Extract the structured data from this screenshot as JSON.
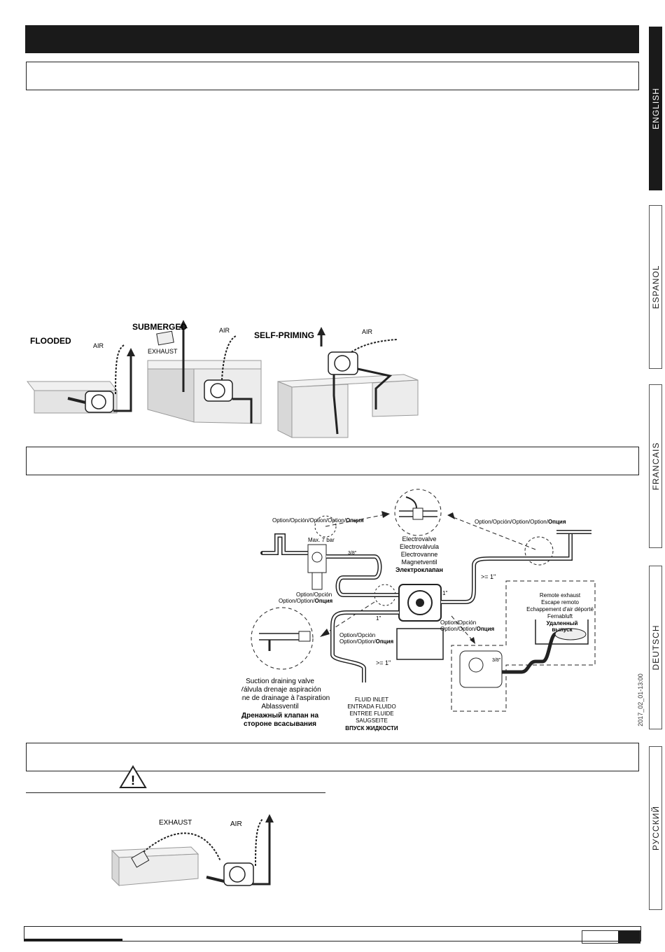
{
  "tabs": {
    "english": "ENGLISH",
    "espanol": "ESPANOL",
    "francais": "FRANCAIS",
    "deutsch": "DEUTSCH",
    "russian": "РУССКИЙ"
  },
  "date_code": "2017_02_01-13:00",
  "install_fig": {
    "flooded": "FLOODED",
    "submerged": "SUBMERGED",
    "self_priming": "SELF-PRIMING",
    "air": "AIR",
    "exhaust": "EXHAUST"
  },
  "connection_fig": {
    "option_left": "Option/Opción/Option/Option/",
    "option_right": "Option/Opción/Option/Option/",
    "option_ru": "Опция",
    "max_bar": "Max. 7 bar",
    "size_3_8": "3/8\"",
    "size_1": "1\"",
    "size_ge_1": ">= 1\"",
    "electrovalve": [
      "Electrovalve",
      "Electroválvula",
      "Electrovanne",
      "Magnetventil",
      "Электроклапан"
    ],
    "option_opcion": "Option/Opción",
    "option_option": "Option/Option/",
    "remote_exhaust": [
      "Remote exhaust",
      "Escape remoto",
      "Echappement d'air déporté",
      "Fernabluft",
      "Удаленный",
      "выпуск"
    ],
    "suction_draining": [
      "Suction draining valve",
      "Válvula drenaje aspiración",
      "Vanne de drainage à l'aspiration",
      "Ablassventil",
      "Дренажный клапан на",
      "стороне всасывания"
    ],
    "fluid_inlet": [
      "FLUID INLET",
      "ENTRADA FLUIDO",
      "ENTREE FLUIDE",
      "SAUGSEITE",
      "ВПУСК ЖИДКОСТИ"
    ]
  },
  "exhaust_fig": {
    "exhaust": "EXHAUST",
    "air": "AIR",
    "warning_glyph": "!"
  }
}
